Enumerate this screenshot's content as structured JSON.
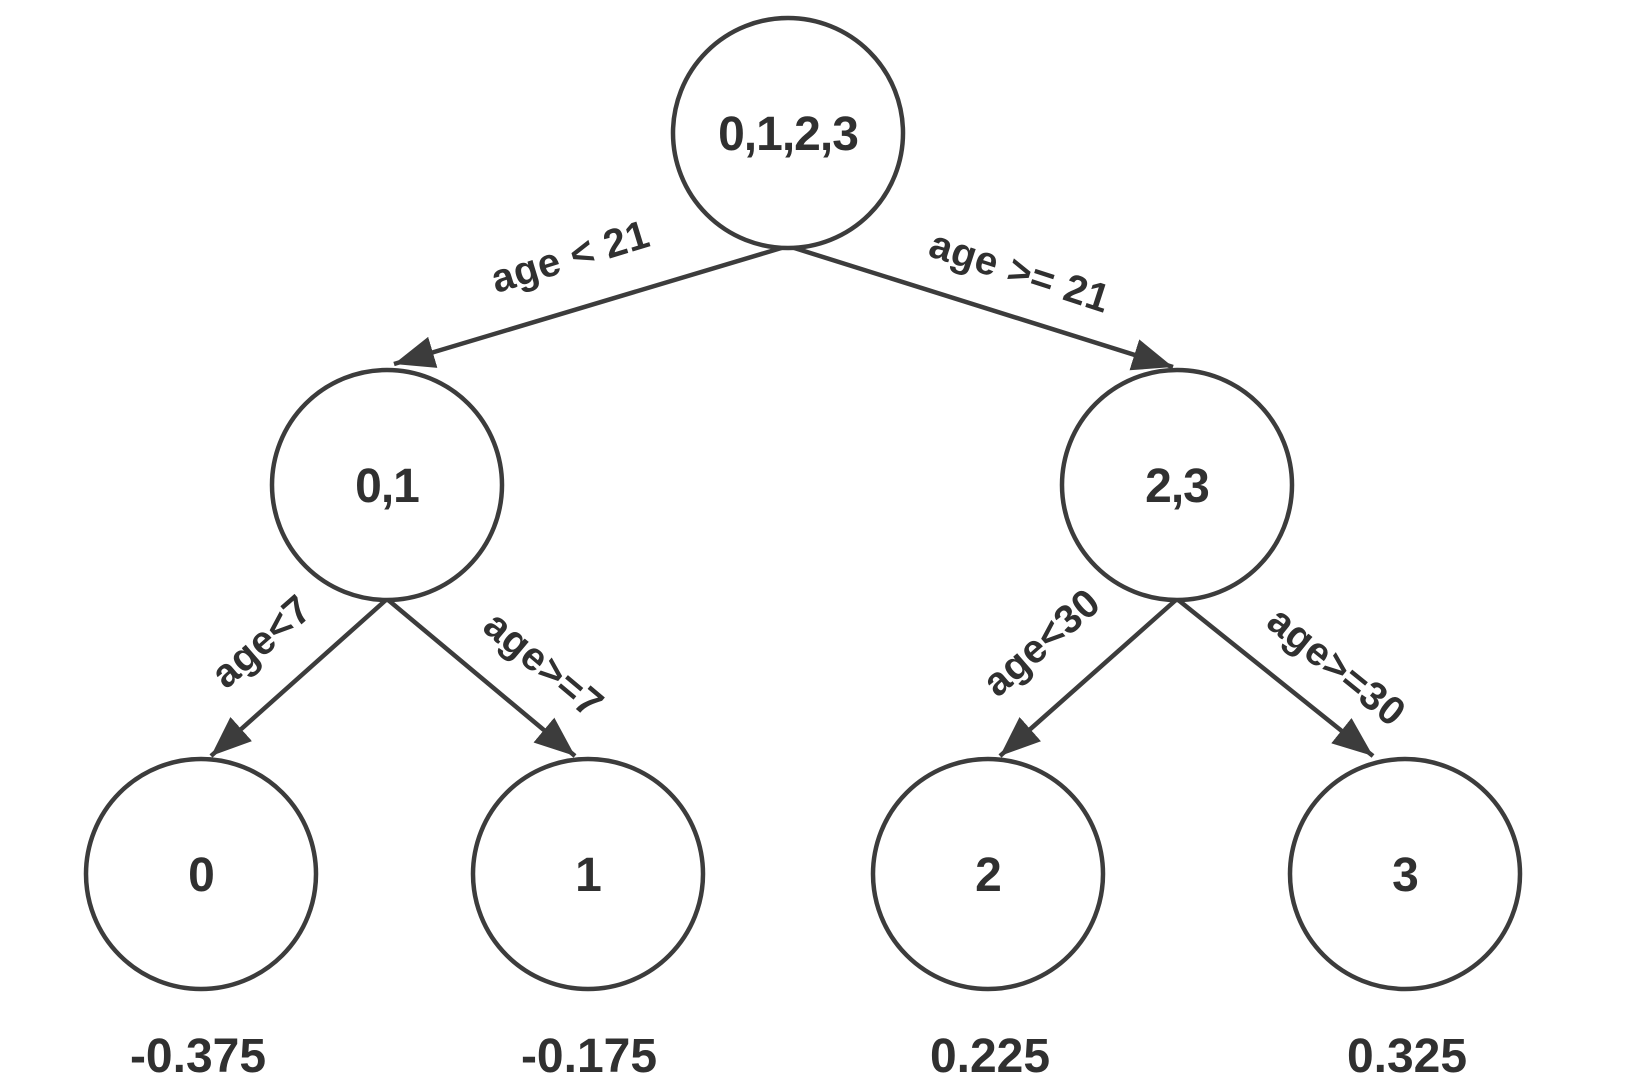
{
  "tree": {
    "type": "decision-tree",
    "nodes": [
      {
        "id": "root",
        "label": "0,1,2,3"
      },
      {
        "id": "node-01",
        "label": "0,1"
      },
      {
        "id": "node-23",
        "label": "2,3"
      },
      {
        "id": "leaf-0",
        "label": "0",
        "value": "-0.375"
      },
      {
        "id": "leaf-1",
        "label": "1",
        "value": "-0.175"
      },
      {
        "id": "leaf-2",
        "label": "2",
        "value": "0.225"
      },
      {
        "id": "leaf-3",
        "label": "3",
        "value": "0.325"
      }
    ],
    "edges": [
      {
        "from": "root",
        "to": "node-01",
        "label": "age < 21"
      },
      {
        "from": "root",
        "to": "node-23",
        "label": "age >= 21"
      },
      {
        "from": "node-01",
        "to": "leaf-0",
        "label": "age<7"
      },
      {
        "from": "node-01",
        "to": "leaf-1",
        "label": "age>=7"
      },
      {
        "from": "node-23",
        "to": "leaf-2",
        "label": "age<30"
      },
      {
        "from": "node-23",
        "to": "leaf-3",
        "label": "age>=30"
      }
    ],
    "colors": {
      "stroke": "#3c3c3c",
      "text": "#303030",
      "background": "#ffffff"
    }
  }
}
